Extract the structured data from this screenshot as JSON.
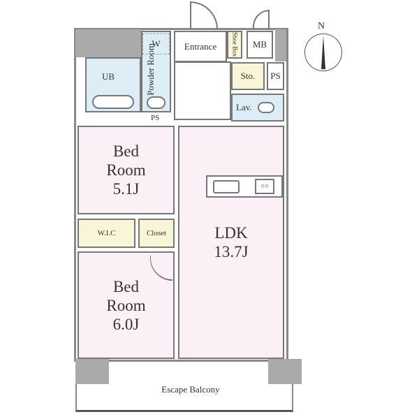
{
  "rooms": {
    "entrance": "Entrance",
    "shoe_box": "Shoe Box",
    "mb": "MB",
    "ub": "UB",
    "powder_room": "Powder Room",
    "w": "W",
    "sto": "Sto.",
    "ps_top": "PS",
    "lav": "Lav.",
    "ps_small": "PS",
    "bed1": {
      "name_line1": "Bed",
      "name_line2": "Room",
      "size": "5.1J"
    },
    "wic": "W.I.C",
    "closet": "Closet",
    "bed2": {
      "name_line1": "Bed",
      "name_line2": "Room",
      "size": "6.0J"
    },
    "ldk": {
      "name": "LDK",
      "size": "13.7J"
    },
    "balcony": "Escape Balcony"
  },
  "compass": {
    "label": "N"
  },
  "colors": {
    "pink": "#fbf0f5",
    "blue": "#dcedf6",
    "yellow": "#f8f5d8",
    "wall": "#aaaaaa"
  }
}
